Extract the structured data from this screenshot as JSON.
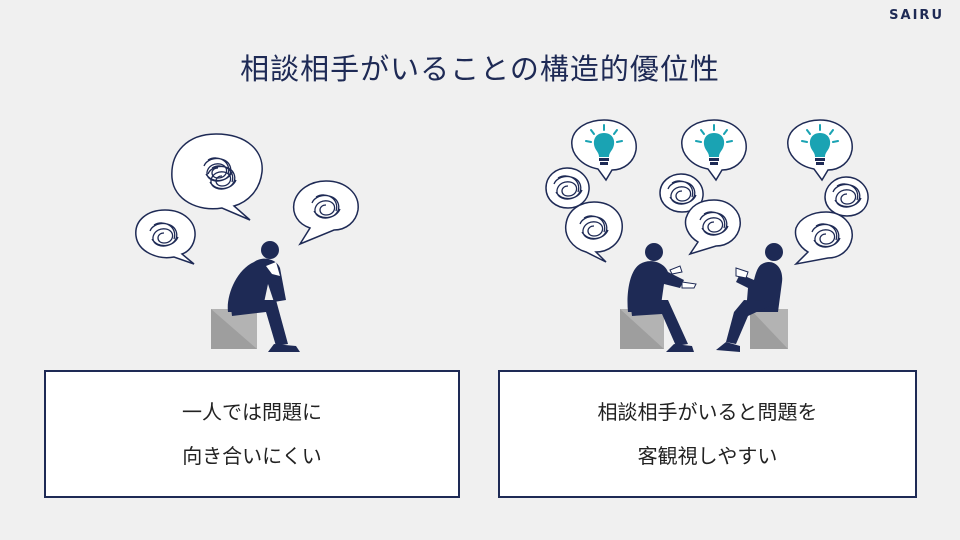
{
  "brand": {
    "logo": "SAIRU"
  },
  "title": "相談相手がいることの構造的優位性",
  "panels": {
    "left": {
      "line1": "一人では問題に",
      "line2": "向き合いにくい"
    },
    "right": {
      "line1": "相談相手がいると問題を",
      "line2": "客観視しやすい"
    }
  },
  "colors": {
    "navy": "#1e2a55",
    "bulb": "#1aa3b3",
    "seat": "#b3b3b3",
    "background": "#f0f0f0"
  },
  "icons": [
    "lightbulb-icon",
    "tangled-thought-icon",
    "speech-bubble-icon"
  ]
}
